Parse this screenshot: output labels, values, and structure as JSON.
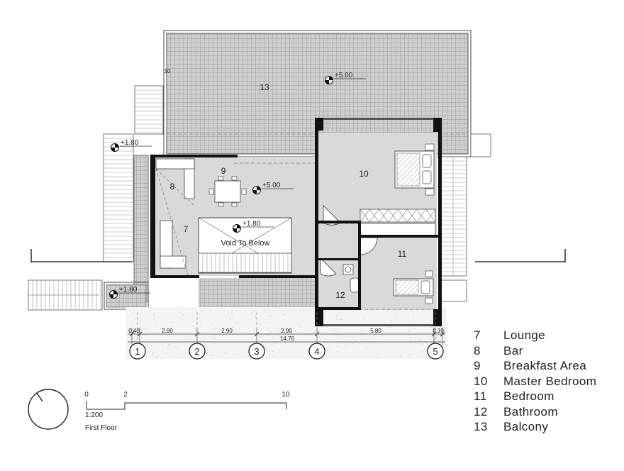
{
  "plan": {
    "drawing_title": "First Floor",
    "scale_ratio": "1:200",
    "scale_ticks": [
      "0",
      "2",
      "10"
    ],
    "room_numbers": [
      "13",
      "10",
      "9",
      "8",
      "7",
      "11",
      "12"
    ],
    "void_label": "Void To Below",
    "levels": [
      "+5.00",
      "+5.00",
      "+1.80",
      "+1.80",
      "+1.80"
    ],
    "segment_dims": [
      "0.40",
      "2.90",
      "2.90",
      "2.90",
      "5.80",
      "0.10"
    ],
    "total_dim": "14.70",
    "grid_axes": [
      "1",
      "2",
      "3",
      "4",
      "5"
    ],
    "section_mark": "I",
    "side_mark": "10"
  },
  "legend": [
    {
      "num": "7",
      "name": "Lounge"
    },
    {
      "num": "8",
      "name": "Bar"
    },
    {
      "num": "9",
      "name": "Breakfast Area"
    },
    {
      "num": "10",
      "name": "Master Bedroom"
    },
    {
      "num": "11",
      "name": "Bedroom"
    },
    {
      "num": "12",
      "name": "Bathroom"
    },
    {
      "num": "13",
      "name": "Balcony"
    }
  ]
}
